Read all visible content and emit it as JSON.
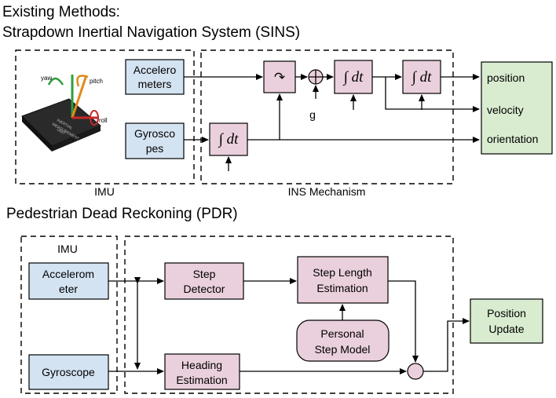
{
  "header": {
    "title": "Existing Methods:",
    "sins_title": "Strapdown Inertial Navigation System (SINS)"
  },
  "sins": {
    "accelerometers": [
      "Accelero",
      "meters"
    ],
    "gyroscopes": [
      "Gyrosco",
      "pes"
    ],
    "rotation_symbol": "↷",
    "integral": "∫ dt",
    "gravity": "g",
    "outputs": {
      "position": "position",
      "velocity": "velocity",
      "orientation": "orientation"
    },
    "imu_label": "IMU",
    "ins_label": "INS Mechanism",
    "chip": {
      "yaw": "yaw",
      "pitch": "pitch",
      "roll": "roll",
      "chip_text": [
        "INERTIAL",
        "MEASUREMENT",
        "UNIT"
      ]
    }
  },
  "pdr": {
    "title": "Pedestrian Dead Reckoning (PDR)",
    "imu_label": "IMU",
    "accelerometer": [
      "Accelerom",
      "eter"
    ],
    "gyroscope": "Gyroscope",
    "step_detector": [
      "Step",
      "Detector"
    ],
    "step_length": [
      "Step Length",
      "Estimation"
    ],
    "personal_model": [
      "Personal",
      "Step Model"
    ],
    "heading": [
      "Heading",
      "Estimation"
    ],
    "position_update": [
      "Position",
      "Update"
    ]
  },
  "colors": {
    "blue": "#d4e3f2",
    "pink": "#ead0dc",
    "green": "#d9ecd0"
  }
}
